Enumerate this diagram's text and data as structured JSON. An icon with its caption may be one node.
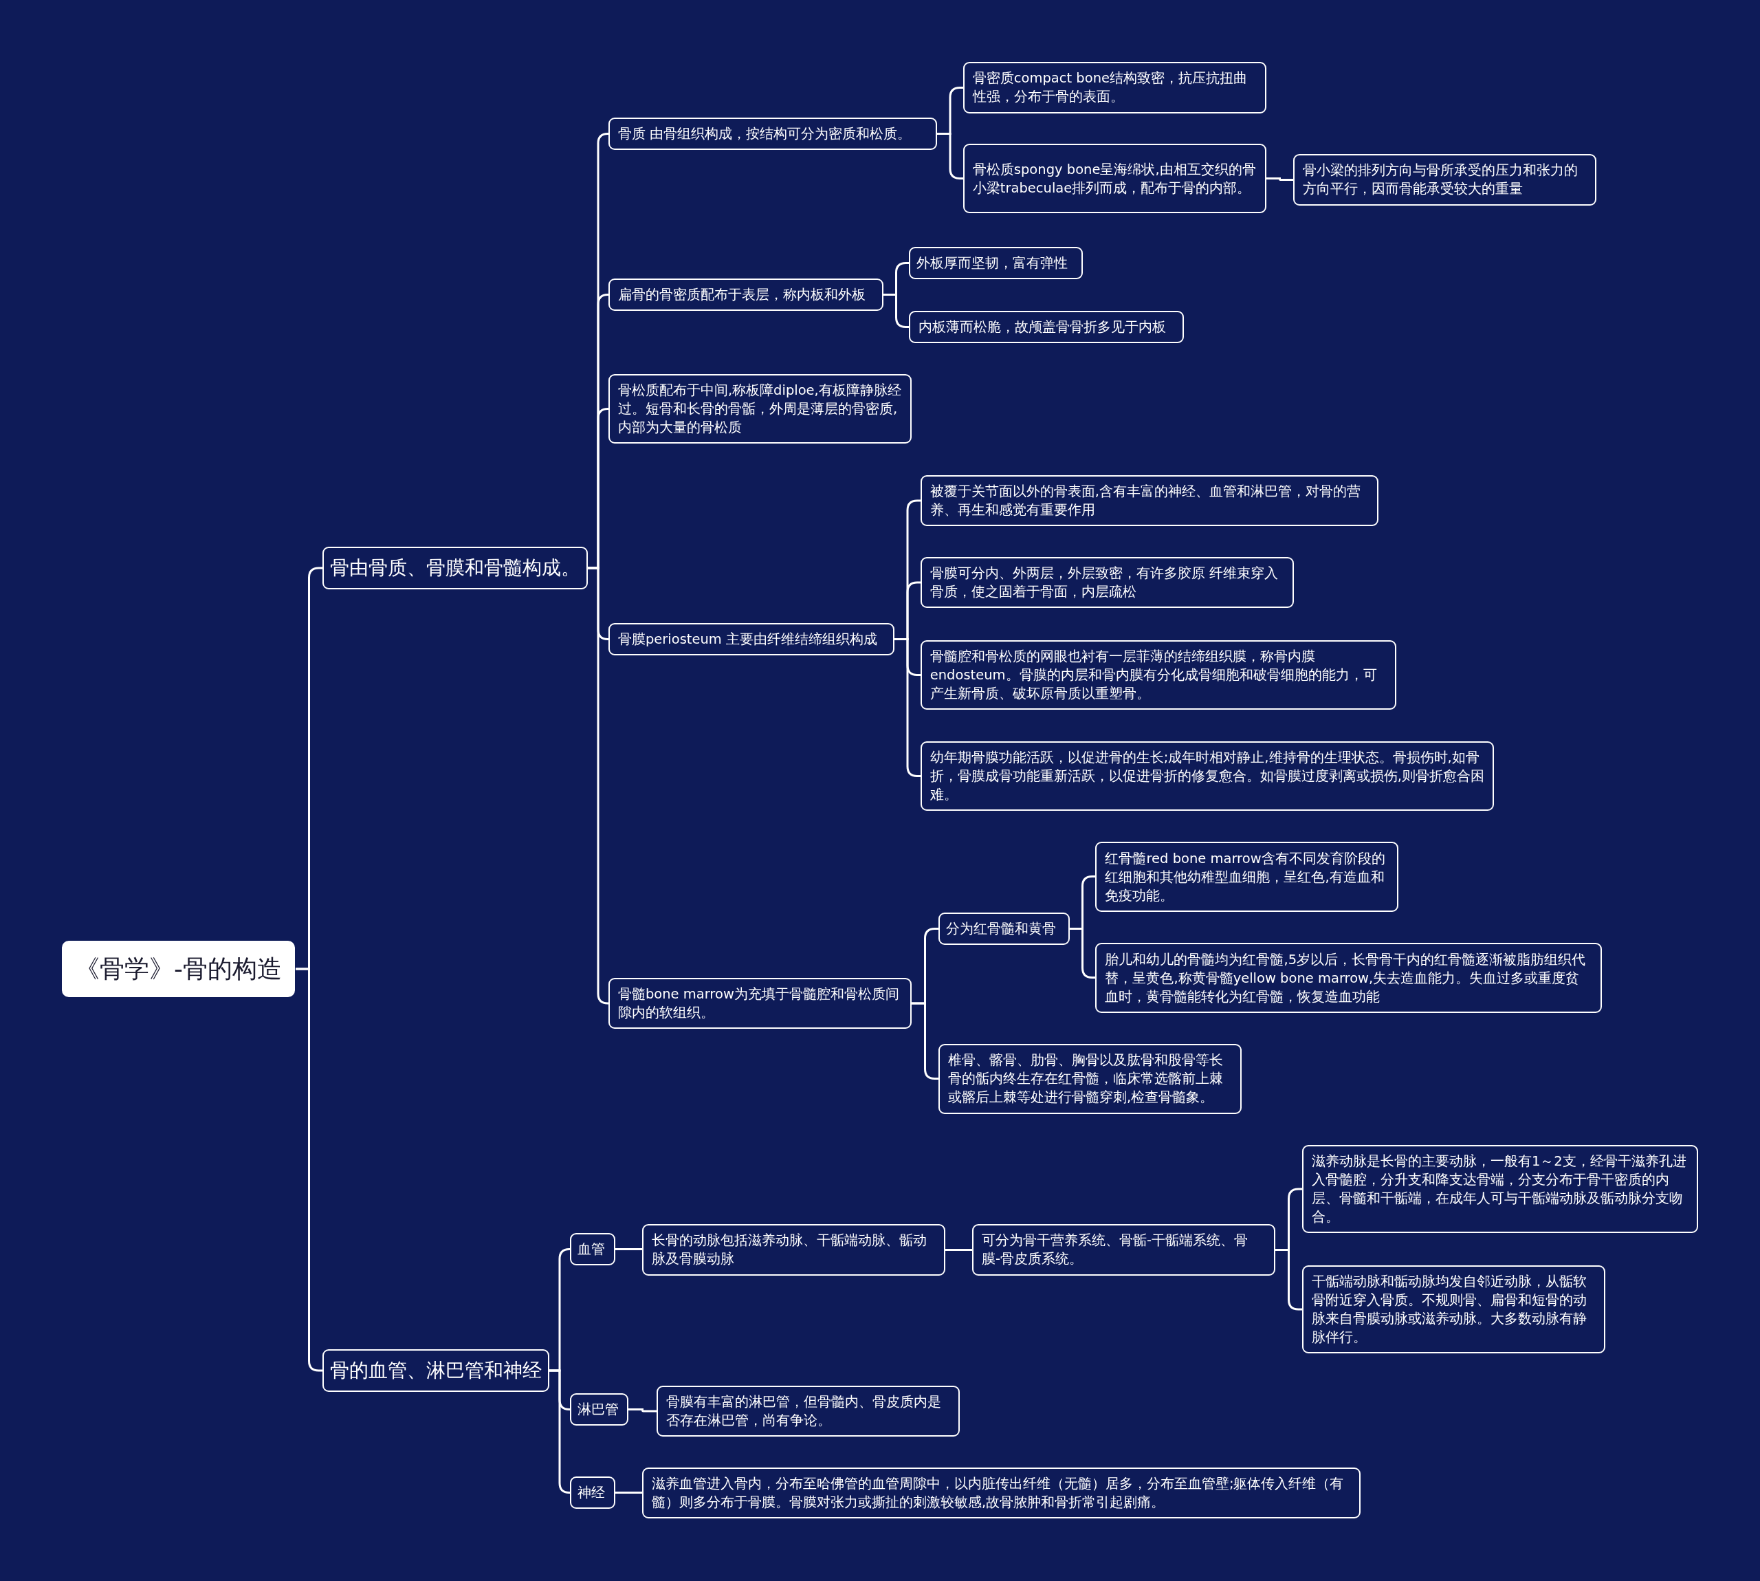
{
  "diagram": {
    "nodes": [
      {
        "text": [
          "《骨学》-骨的构造"
        ]
      },
      {
        "text": [
          "骨由骨质、骨膜和骨髓构成。"
        ]
      },
      {
        "text": [
          "骨质 由骨组织构成，按结构可分为密质和松质。"
        ]
      },
      {
        "text": [
          "骨密质compact bone结构致密，抗压抗扭曲性强，分布于骨的表面。"
        ]
      },
      {
        "text": [
          "骨松质spongy bone呈海绵状,由相互交织的骨小梁trabeculae排列而成，配布于骨的内部。"
        ]
      },
      {
        "text": [
          "骨小梁的排列方向与骨所承受的压力和张力的方向平行，因而骨能承受较大的重量"
        ]
      },
      {
        "text": [
          "扁骨的骨密质配布于表层，称内板和外板"
        ]
      },
      {
        "text": [
          "外板厚而坚韧，富有弹性"
        ]
      },
      {
        "text": [
          "内板薄而松脆，故颅盖骨骨折多见于内板"
        ]
      },
      {
        "text": [
          "骨松质配布于中间,称板障diploe,有板障静脉经过。短骨和长骨的骨骺，外周是薄层的骨密质,内部为大量的骨松质"
        ]
      },
      {
        "text": [
          "骨膜periosteum 主要由纤维结缔组织构成"
        ]
      },
      {
        "text": [
          "被覆于关节面以外的骨表面,含有丰富的神经、血管和淋巴管，对骨的营养、再生和感觉有重要作用"
        ]
      },
      {
        "text": [
          "骨膜可分内、外两层，外层致密，有许多胶原 纤维束穿入骨质，使之固着于骨面，内层疏松"
        ]
      },
      {
        "text": [
          "骨髓腔和骨松质的网眼也衬有一层菲薄的结缔组织膜，称骨内膜endosteum。骨膜的内层和骨内膜有分化成骨细胞和破骨细胞的能力，可产生新骨质、破坏原骨质以重塑骨。"
        ]
      },
      {
        "text": [
          "幼年期骨膜功能活跃，以促进骨的生长;成年时相对静止,维持骨的生理状态。骨损伤时,如骨折，骨膜成骨功能重新活跃，以促进骨折的修复愈合。如骨膜过度剥离或损伤,则骨折愈合困难。"
        ]
      },
      {
        "text": [
          "骨髓bone marrow为充填于骨髓腔和骨松质间隙内的软组织。"
        ]
      },
      {
        "text": [
          "分为红骨髓和黄骨"
        ]
      },
      {
        "text": [
          "红骨髓red bone marrow含有不同发育阶段的红细胞和其他幼稚型血细胞，呈红色,有造血和免疫功能。"
        ]
      },
      {
        "text": [
          "胎儿和幼儿的骨髓均为红骨髓,5岁以后，长骨骨干内的红骨髓逐渐被脂肪组织代替，呈黄色,称黄骨髓yellow bone marrow,失去造血能力。失血过多或重度贫血时，黄骨髓能转化为红骨髓，恢复造血功能"
        ]
      },
      {
        "text": [
          "椎骨、髂骨、肋骨、胸骨以及肱骨和股骨等长骨的骺内终生存在红骨髓，临床常选髂前上棘或髂后上棘等处进行骨髓穿刺,检查骨髓象。"
        ]
      },
      {
        "text": [
          "骨的血管、淋巴管和神经"
        ]
      },
      {
        "text": [
          "血管"
        ]
      },
      {
        "text": [
          "长骨的动脉包括滋养动脉、干骺端动脉、骺动脉及骨膜动脉"
        ]
      },
      {
        "text": [
          "可分为骨干营养系统、骨骺-干骺端系统、骨膜-骨皮质系统。"
        ]
      },
      {
        "text": [
          "滋养动脉是长骨的主要动脉，一般有1～2支，经骨干滋养孔进入骨髓腔，分升支和降支达骨端，分支分布于骨干密质的内层、骨髓和干骺端，在成年人可与干骺端动脉及骺动脉分支吻合。"
        ]
      },
      {
        "text": [
          "干骺端动脉和骺动脉均发自邻近动脉，从骺软骨附近穿入骨质。不规则骨、扁骨和短骨的动脉来自骨膜动脉或滋养动脉。大多数动脉有静脉伴行。"
        ]
      },
      {
        "text": [
          "淋巴管"
        ]
      },
      {
        "text": [
          "骨膜有丰富的淋巴管，但骨髓内、骨皮质内是否存在淋巴管，尚有争论。"
        ]
      },
      {
        "text": [
          "神经"
        ]
      },
      {
        "text": [
          "滋养血管进入骨内，分布至哈佛管的血管周隙中，以内脏传出纤维（无髓）居多，分布至血管壁;躯体传入纤维（有髓）则多分布于骨膜。骨膜对张力或撕扯的刺激较敏感,故骨脓肿和骨折常引起剧痛。"
        ]
      }
    ],
    "edges": [
      {
        "from": 0,
        "to": 1,
        "arrow": "none"
      },
      {
        "from": 1,
        "to": 2,
        "arrow": "none"
      },
      {
        "from": 2,
        "to": 3,
        "arrow": "none"
      },
      {
        "from": 2,
        "to": 4,
        "arrow": "none"
      },
      {
        "from": 4,
        "to": 5,
        "arrow": "none"
      },
      {
        "from": 1,
        "to": 6,
        "arrow": "none"
      },
      {
        "from": 6,
        "to": 7,
        "arrow": "none"
      },
      {
        "from": 6,
        "to": 8,
        "arrow": "none"
      },
      {
        "from": 1,
        "to": 9,
        "arrow": "none"
      },
      {
        "from": 1,
        "to": 10,
        "arrow": "none"
      },
      {
        "from": 10,
        "to": 11,
        "arrow": "none"
      },
      {
        "from": 10,
        "to": 12,
        "arrow": "none"
      },
      {
        "from": 10,
        "to": 13,
        "arrow": "none"
      },
      {
        "from": 10,
        "to": 14,
        "arrow": "none"
      },
      {
        "from": 1,
        "to": 15,
        "arrow": "none"
      },
      {
        "from": 15,
        "to": 16,
        "arrow": "none"
      },
      {
        "from": 16,
        "to": 17,
        "arrow": "none"
      },
      {
        "from": 16,
        "to": 18,
        "arrow": "none"
      },
      {
        "from": 15,
        "to": 19,
        "arrow": "none"
      },
      {
        "from": 0,
        "to": 20,
        "arrow": "none"
      },
      {
        "from": 20,
        "to": 21,
        "arrow": "none"
      },
      {
        "from": 21,
        "to": 22,
        "arrow": "none"
      },
      {
        "from": 22,
        "to": 23,
        "arrow": "none"
      },
      {
        "from": 23,
        "to": 24,
        "arrow": "none"
      },
      {
        "from": 23,
        "to": 25,
        "arrow": "none"
      },
      {
        "from": 20,
        "to": 26,
        "arrow": "none"
      },
      {
        "from": 26,
        "to": 27,
        "arrow": "none"
      },
      {
        "from": 20,
        "to": 28,
        "arrow": "none"
      },
      {
        "from": 28,
        "to": 29,
        "arrow": "none"
      }
    ]
  }
}
